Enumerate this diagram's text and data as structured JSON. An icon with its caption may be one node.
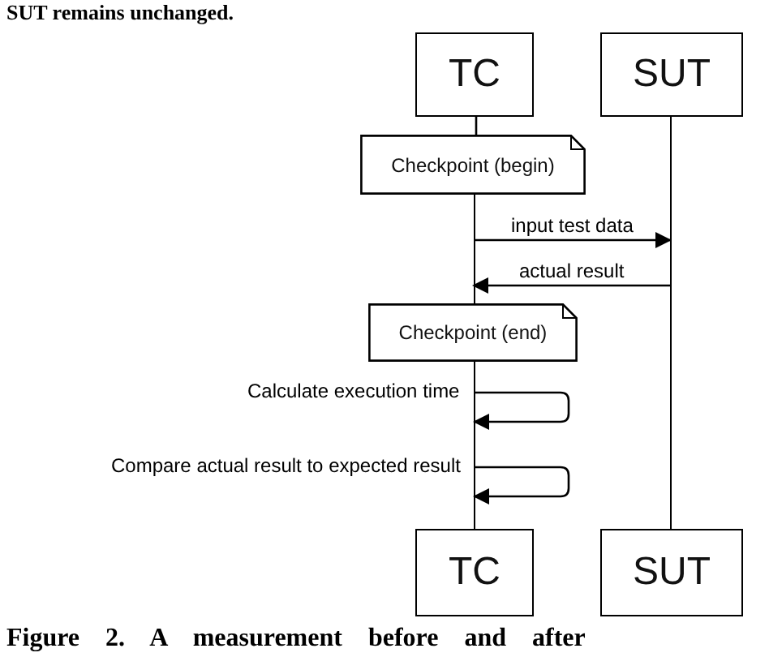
{
  "diagram": {
    "caption": "Figure 2. A measurement before and after",
    "nodes": [
      {
        "text": [
          "TC"
        ]
      },
      {
        "text": [
          "SUT"
        ]
      },
      {
        "text": [
          "Checkpoint (begin)"
        ]
      },
      {
        "text": [],
        "shape": "line"
      },
      {
        "text": [
          "Checkpoint (end)"
        ]
      },
      {
        "text": [],
        "shape": "line"
      },
      {
        "text": [],
        "shape": "line"
      },
      {
        "text": [
          "TC"
        ]
      },
      {
        "text": [
          "SUT"
        ]
      }
    ],
    "edges": [
      {
        "from": 0,
        "to": 2,
        "arrow": "none"
      },
      {
        "from": 3,
        "to": 6,
        "arrow": "to",
        "label": "input test data"
      },
      {
        "from": 6,
        "to": 3,
        "arrow": "to",
        "label": "actual result"
      },
      {
        "from": 5,
        "to": 5,
        "arrow": "to",
        "label": "Calculate execution time"
      },
      {
        "from": 5,
        "to": 5,
        "arrow": "to",
        "label": "Compare actual result to expected result"
      }
    ],
    "labels": [
      "SUT remains unchanged."
    ]
  }
}
